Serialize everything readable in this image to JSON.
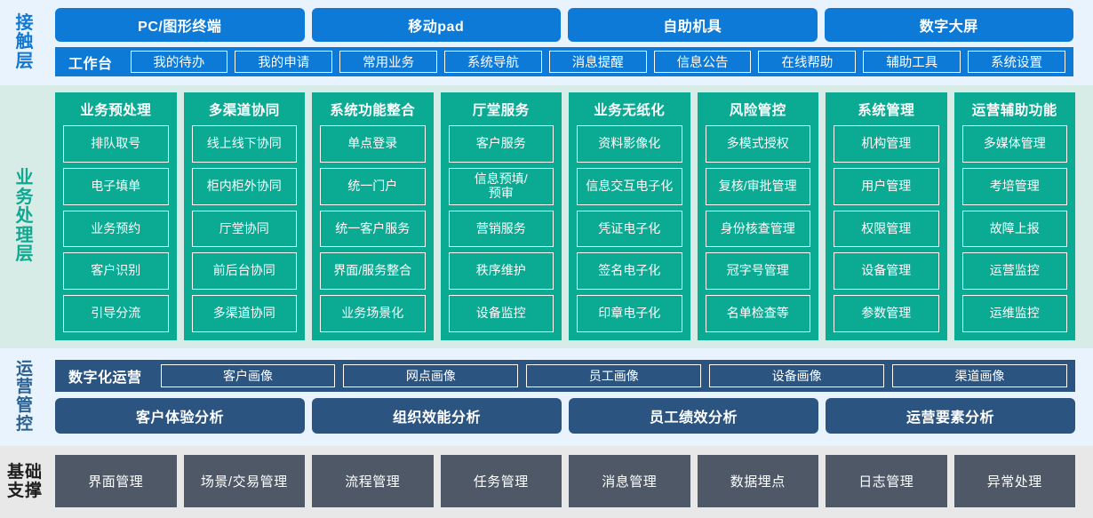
{
  "layers": {
    "contact": {
      "label": "接触层",
      "channels": [
        "PC/图形终端",
        "移动pad",
        "自助机具",
        "数字大屏"
      ],
      "workbench_label": "工作台",
      "buttons": [
        "我的待办",
        "我的申请",
        "常用业务",
        "系统导航",
        "消息提醒",
        "信息公告",
        "在线帮助",
        "辅助工具",
        "系统设置"
      ],
      "accent_color": "#0d7ad8",
      "background_color": "#e8f3fd"
    },
    "business": {
      "label": "业务处理层",
      "accent_color": "#0bab93",
      "background_color": "#d7ece7",
      "columns": [
        {
          "title": "业务预处理",
          "items": [
            "排队取号",
            "电子填单",
            "业务预约",
            "客户识别",
            "引导分流"
          ]
        },
        {
          "title": "多渠道协同",
          "items": [
            "线上线下协同",
            "柜内柜外协同",
            "厅堂协同",
            "前后台协同",
            "多渠道协同"
          ]
        },
        {
          "title": "系统功能整合",
          "items": [
            "单点登录",
            "统一门户",
            "统一客户服务",
            "界面/服务整合",
            "业务场景化"
          ]
        },
        {
          "title": "厅堂服务",
          "items": [
            "客户服务",
            "信息预填/\n预审",
            "营销服务",
            "秩序维护",
            "设备监控"
          ]
        },
        {
          "title": "业务无纸化",
          "items": [
            "资料影像化",
            "信息交互电子化",
            "凭证电子化",
            "签名电子化",
            "印章电子化"
          ]
        },
        {
          "title": "风险管控",
          "items": [
            "多模式授权",
            "复核/审批管理",
            "身份核查管理",
            "冠字号管理",
            "名单检查等"
          ]
        },
        {
          "title": "系统管理",
          "items": [
            "机构管理",
            "用户管理",
            "权限管理",
            "设备管理",
            "参数管理"
          ]
        },
        {
          "title": "运营辅助功能",
          "items": [
            "多媒体管理",
            "考培管理",
            "故障上报",
            "运营监控",
            "运维监控"
          ]
        }
      ]
    },
    "operations": {
      "label": "运营管控",
      "accent_color": "#2c5480",
      "background_color": "#e8f3fd",
      "digital_label": "数字化运营",
      "portraits": [
        "客户画像",
        "网点画像",
        "员工画像",
        "设备画像",
        "渠道画像"
      ],
      "analyses": [
        "客户体验分析",
        "组织效能分析",
        "员工绩效分析",
        "运营要素分析"
      ]
    },
    "foundation": {
      "label": "基础支撑",
      "accent_color": "#4e5866",
      "background_color": "#e8e8e8",
      "items": [
        "界面管理",
        "场景/交易管理",
        "流程管理",
        "任务管理",
        "消息管理",
        "数据埋点",
        "日志管理",
        "异常处理"
      ]
    }
  }
}
